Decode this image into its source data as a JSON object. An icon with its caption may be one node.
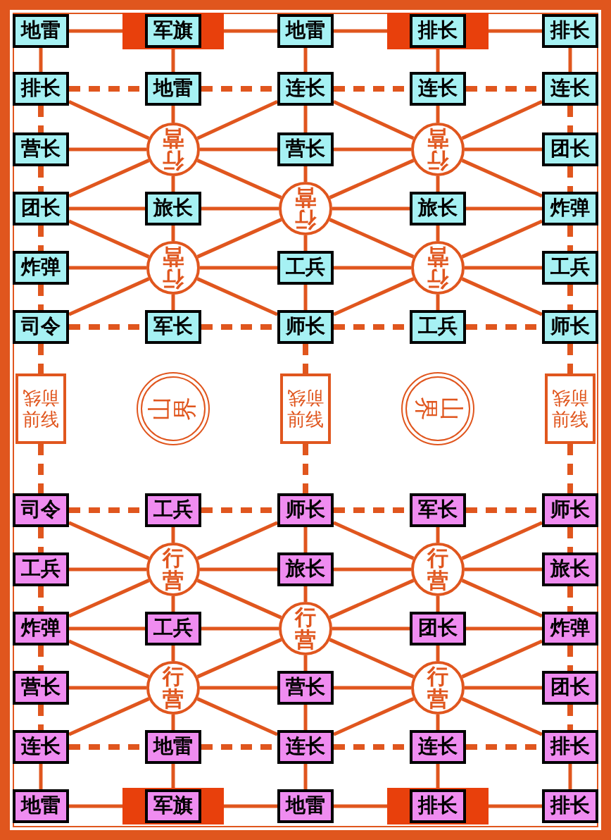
{
  "diagram": {
    "nodes": [
      {
        "text": [
          "地雷"
        ]
      },
      {
        "text": [],
        "shape": "box"
      },
      {
        "text": [
          "军旗"
        ],
        "in": 1
      },
      {
        "text": [
          "地雷"
        ]
      },
      {
        "text": [],
        "shape": "box"
      },
      {
        "text": [
          "排长"
        ],
        "in": 4
      },
      {
        "text": [
          "排长"
        ]
      },
      {
        "text": [
          "排长"
        ]
      },
      {
        "text": [
          "地雷"
        ]
      },
      {
        "text": [
          "连长"
        ]
      },
      {
        "text": [
          "连长"
        ]
      },
      {
        "text": [
          "连长"
        ]
      },
      {
        "text": [
          "营长"
        ]
      },
      {
        "text": [
          "行营"
        ]
      },
      {
        "text": [
          "营长"
        ]
      },
      {
        "text": [
          "行营"
        ]
      },
      {
        "text": [
          "团长"
        ]
      },
      {
        "text": [
          "团长"
        ]
      },
      {
        "text": [
          "旅长"
        ]
      },
      {
        "text": [
          "行营"
        ]
      },
      {
        "text": [
          "旅长"
        ]
      },
      {
        "text": [
          "炸弹"
        ]
      },
      {
        "text": [
          "炸弹"
        ]
      },
      {
        "text": [
          "行营"
        ]
      },
      {
        "text": [
          "工兵"
        ]
      },
      {
        "text": [
          "行营"
        ]
      },
      {
        "text": [
          "工兵"
        ]
      },
      {
        "text": [
          "司令"
        ]
      },
      {
        "text": [
          "军长"
        ]
      },
      {
        "text": [
          "师长"
        ]
      },
      {
        "text": [
          "工兵"
        ]
      },
      {
        "text": [
          "师长"
        ]
      },
      {
        "text": [
          "前线",
          "前线"
        ]
      },
      {
        "text": [
          "前线",
          "前线"
        ]
      },
      {
        "text": [
          "前线",
          "前线"
        ]
      },
      {
        "text": [
          "司令"
        ]
      },
      {
        "text": [
          "工兵"
        ]
      },
      {
        "text": [
          "师长"
        ]
      },
      {
        "text": [
          "军长"
        ]
      },
      {
        "text": [
          "师长"
        ]
      },
      {
        "text": [
          "工兵"
        ]
      },
      {
        "text": [
          "行营"
        ]
      },
      {
        "text": [
          "旅长"
        ]
      },
      {
        "text": [
          "行营"
        ]
      },
      {
        "text": [
          "旅长"
        ]
      },
      {
        "text": [
          "炸弹"
        ]
      },
      {
        "text": [
          "工兵"
        ]
      },
      {
        "text": [
          "行营"
        ]
      },
      {
        "text": [
          "团长"
        ]
      },
      {
        "text": [
          "炸弹"
        ]
      },
      {
        "text": [
          "营长"
        ]
      },
      {
        "text": [
          "行营"
        ]
      },
      {
        "text": [
          "营长"
        ]
      },
      {
        "text": [
          "行营"
        ]
      },
      {
        "text": [
          "团长"
        ]
      },
      {
        "text": [
          "连长"
        ]
      },
      {
        "text": [
          "地雷"
        ]
      },
      {
        "text": [
          "连长"
        ]
      },
      {
        "text": [
          "连长"
        ]
      },
      {
        "text": [
          "排长"
        ]
      },
      {
        "text": [
          "地雷"
        ]
      },
      {
        "text": [],
        "shape": "box"
      },
      {
        "text": [
          "军旗"
        ],
        "in": 61
      },
      {
        "text": [
          "地雷"
        ]
      },
      {
        "text": [],
        "shape": "box"
      },
      {
        "text": [
          "排长"
        ],
        "in": 64
      },
      {
        "text": [
          "排长"
        ]
      }
    ],
    "edges": [
      {
        "from": 0,
        "to": 1,
        "arrow": "none"
      },
      {
        "from": 1,
        "to": 3,
        "arrow": "none"
      },
      {
        "from": 3,
        "to": 4,
        "arrow": "none"
      },
      {
        "from": 4,
        "to": 6,
        "arrow": "none"
      },
      {
        "from": 7,
        "to": 8,
        "arrow": "none",
        "style": "dashed"
      },
      {
        "from": 8,
        "to": 9,
        "arrow": "none",
        "style": "dashed"
      },
      {
        "from": 9,
        "to": 10,
        "arrow": "none",
        "style": "dashed"
      },
      {
        "from": 10,
        "to": 11,
        "arrow": "none",
        "style": "dashed"
      },
      {
        "from": 12,
        "to": 13,
        "arrow": "none"
      },
      {
        "from": 13,
        "to": 14,
        "arrow": "none"
      },
      {
        "from": 14,
        "to": 15,
        "arrow": "none"
      },
      {
        "from": 15,
        "to": 16,
        "arrow": "none"
      },
      {
        "from": 17,
        "to": 18,
        "arrow": "none"
      },
      {
        "from": 18,
        "to": 19,
        "arrow": "none"
      },
      {
        "from": 19,
        "to": 20,
        "arrow": "none"
      },
      {
        "from": 20,
        "to": 21,
        "arrow": "none"
      },
      {
        "from": 22,
        "to": 23,
        "arrow": "none"
      },
      {
        "from": 23,
        "to": 24,
        "arrow": "none"
      },
      {
        "from": 24,
        "to": 25,
        "arrow": "none"
      },
      {
        "from": 25,
        "to": 26,
        "arrow": "none"
      },
      {
        "from": 27,
        "to": 28,
        "arrow": "none",
        "style": "dashed"
      },
      {
        "from": 28,
        "to": 29,
        "arrow": "none",
        "style": "dashed"
      },
      {
        "from": 29,
        "to": 30,
        "arrow": "none",
        "style": "dashed"
      },
      {
        "from": 30,
        "to": 31,
        "arrow": "none",
        "style": "dashed"
      },
      {
        "from": 0,
        "to": 7,
        "arrow": "none"
      },
      {
        "from": 7,
        "to": 12,
        "arrow": "none",
        "style": "dashed"
      },
      {
        "from": 12,
        "to": 17,
        "arrow": "none",
        "style": "dashed"
      },
      {
        "from": 17,
        "to": 22,
        "arrow": "none",
        "style": "dashed"
      },
      {
        "from": 22,
        "to": 27,
        "arrow": "none",
        "style": "dashed"
      },
      {
        "from": 2,
        "to": 8,
        "arrow": "none"
      },
      {
        "from": 8,
        "to": 13,
        "arrow": "none"
      },
      {
        "from": 13,
        "to": 18,
        "arrow": "none"
      },
      {
        "from": 18,
        "to": 23,
        "arrow": "none"
      },
      {
        "from": 23,
        "to": 28,
        "arrow": "none"
      },
      {
        "from": 3,
        "to": 9,
        "arrow": "none"
      },
      {
        "from": 9,
        "to": 14,
        "arrow": "none"
      },
      {
        "from": 14,
        "to": 19,
        "arrow": "none"
      },
      {
        "from": 19,
        "to": 24,
        "arrow": "none"
      },
      {
        "from": 24,
        "to": 29,
        "arrow": "none"
      },
      {
        "from": 5,
        "to": 10,
        "arrow": "none"
      },
      {
        "from": 10,
        "to": 15,
        "arrow": "none"
      },
      {
        "from": 15,
        "to": 20,
        "arrow": "none"
      },
      {
        "from": 20,
        "to": 25,
        "arrow": "none"
      },
      {
        "from": 25,
        "to": 30,
        "arrow": "none"
      },
      {
        "from": 6,
        "to": 11,
        "arrow": "none"
      },
      {
        "from": 11,
        "to": 16,
        "arrow": "none",
        "style": "dashed"
      },
      {
        "from": 16,
        "to": 21,
        "arrow": "none",
        "style": "dashed"
      },
      {
        "from": 21,
        "to": 26,
        "arrow": "none",
        "style": "dashed"
      },
      {
        "from": 26,
        "to": 31,
        "arrow": "none",
        "style": "dashed"
      },
      {
        "from": 7,
        "to": 13,
        "arrow": "none"
      },
      {
        "from": 9,
        "to": 13,
        "arrow": "none"
      },
      {
        "from": 13,
        "to": 17,
        "arrow": "none"
      },
      {
        "from": 13,
        "to": 19,
        "arrow": "none"
      },
      {
        "from": 9,
        "to": 15,
        "arrow": "none"
      },
      {
        "from": 11,
        "to": 15,
        "arrow": "none"
      },
      {
        "from": 15,
        "to": 19,
        "arrow": "none"
      },
      {
        "from": 15,
        "to": 21,
        "arrow": "none"
      },
      {
        "from": 17,
        "to": 23,
        "arrow": "none"
      },
      {
        "from": 19,
        "to": 23,
        "arrow": "none"
      },
      {
        "from": 23,
        "to": 27,
        "arrow": "none"
      },
      {
        "from": 23,
        "to": 29,
        "arrow": "none"
      },
      {
        "from": 19,
        "to": 25,
        "arrow": "none"
      },
      {
        "from": 21,
        "to": 25,
        "arrow": "none"
      },
      {
        "from": 25,
        "to": 29,
        "arrow": "none"
      },
      {
        "from": 25,
        "to": 31,
        "arrow": "none"
      },
      {
        "from": 27,
        "to": 32,
        "arrow": "none",
        "style": "dashed"
      },
      {
        "from": 32,
        "to": 35,
        "arrow": "none",
        "style": "dashed"
      },
      {
        "from": 29,
        "to": 33,
        "arrow": "none",
        "style": "dashed"
      },
      {
        "from": 33,
        "to": 37,
        "arrow": "none",
        "style": "dashed"
      },
      {
        "from": 31,
        "to": 34,
        "arrow": "none",
        "style": "dashed"
      },
      {
        "from": 34,
        "to": 39,
        "arrow": "none",
        "style": "dashed"
      },
      {
        "from": 35,
        "to": 36,
        "arrow": "none",
        "style": "dashed"
      },
      {
        "from": 36,
        "to": 37,
        "arrow": "none",
        "style": "dashed"
      },
      {
        "from": 37,
        "to": 38,
        "arrow": "none",
        "style": "dashed"
      },
      {
        "from": 38,
        "to": 39,
        "arrow": "none",
        "style": "dashed"
      },
      {
        "from": 40,
        "to": 41,
        "arrow": "none"
      },
      {
        "from": 41,
        "to": 42,
        "arrow": "none"
      },
      {
        "from": 42,
        "to": 43,
        "arrow": "none"
      },
      {
        "from": 43,
        "to": 44,
        "arrow": "none"
      },
      {
        "from": 45,
        "to": 46,
        "arrow": "none"
      },
      {
        "from": 46,
        "to": 47,
        "arrow": "none"
      },
      {
        "from": 47,
        "to": 48,
        "arrow": "none"
      },
      {
        "from": 48,
        "to": 49,
        "arrow": "none"
      },
      {
        "from": 50,
        "to": 51,
        "arrow": "none"
      },
      {
        "from": 51,
        "to": 52,
        "arrow": "none"
      },
      {
        "from": 52,
        "to": 53,
        "arrow": "none"
      },
      {
        "from": 53,
        "to": 54,
        "arrow": "none"
      },
      {
        "from": 55,
        "to": 56,
        "arrow": "none",
        "style": "dashed"
      },
      {
        "from": 56,
        "to": 57,
        "arrow": "none",
        "style": "dashed"
      },
      {
        "from": 57,
        "to": 58,
        "arrow": "none",
        "style": "dashed"
      },
      {
        "from": 58,
        "to": 59,
        "arrow": "none",
        "style": "dashed"
      },
      {
        "from": 60,
        "to": 61,
        "arrow": "none"
      },
      {
        "from": 61,
        "to": 63,
        "arrow": "none"
      },
      {
        "from": 63,
        "to": 64,
        "arrow": "none"
      },
      {
        "from": 64,
        "to": 66,
        "arrow": "none"
      },
      {
        "from": 35,
        "to": 40,
        "arrow": "none",
        "style": "dashed"
      },
      {
        "from": 40,
        "to": 45,
        "arrow": "none",
        "style": "dashed"
      },
      {
        "from": 45,
        "to": 50,
        "arrow": "none",
        "style": "dashed"
      },
      {
        "from": 50,
        "to": 55,
        "arrow": "none",
        "style": "dashed"
      },
      {
        "from": 55,
        "to": 60,
        "arrow": "none"
      },
      {
        "from": 36,
        "to": 41,
        "arrow": "none"
      },
      {
        "from": 41,
        "to": 46,
        "arrow": "none"
      },
      {
        "from": 46,
        "to": 51,
        "arrow": "none"
      },
      {
        "from": 51,
        "to": 56,
        "arrow": "none"
      },
      {
        "from": 56,
        "to": 62,
        "arrow": "none"
      },
      {
        "from": 37,
        "to": 42,
        "arrow": "none"
      },
      {
        "from": 42,
        "to": 47,
        "arrow": "none"
      },
      {
        "from": 47,
        "to": 52,
        "arrow": "none"
      },
      {
        "from": 52,
        "to": 57,
        "arrow": "none"
      },
      {
        "from": 57,
        "to": 63,
        "arrow": "none"
      },
      {
        "from": 38,
        "to": 43,
        "arrow": "none"
      },
      {
        "from": 43,
        "to": 48,
        "arrow": "none"
      },
      {
        "from": 48,
        "to": 53,
        "arrow": "none"
      },
      {
        "from": 53,
        "to": 58,
        "arrow": "none"
      },
      {
        "from": 58,
        "to": 65,
        "arrow": "none"
      },
      {
        "from": 39,
        "to": 44,
        "arrow": "none",
        "style": "dashed"
      },
      {
        "from": 44,
        "to": 49,
        "arrow": "none",
        "style": "dashed"
      },
      {
        "from": 49,
        "to": 54,
        "arrow": "none",
        "style": "dashed"
      },
      {
        "from": 54,
        "to": 59,
        "arrow": "none",
        "style": "dashed"
      },
      {
        "from": 59,
        "to": 66,
        "arrow": "none"
      },
      {
        "from": 35,
        "to": 41,
        "arrow": "none"
      },
      {
        "from": 37,
        "to": 41,
        "arrow": "none"
      },
      {
        "from": 41,
        "to": 45,
        "arrow": "none"
      },
      {
        "from": 41,
        "to": 47,
        "arrow": "none"
      },
      {
        "from": 37,
        "to": 43,
        "arrow": "none"
      },
      {
        "from": 39,
        "to": 43,
        "arrow": "none"
      },
      {
        "from": 43,
        "to": 47,
        "arrow": "none"
      },
      {
        "from": 43,
        "to": 49,
        "arrow": "none"
      },
      {
        "from": 45,
        "to": 51,
        "arrow": "none"
      },
      {
        "from": 47,
        "to": 51,
        "arrow": "none"
      },
      {
        "from": 51,
        "to": 55,
        "arrow": "none"
      },
      {
        "from": 51,
        "to": 57,
        "arrow": "none"
      },
      {
        "from": 47,
        "to": 53,
        "arrow": "none"
      },
      {
        "from": 49,
        "to": 53,
        "arrow": "none"
      },
      {
        "from": 53,
        "to": 57,
        "arrow": "none"
      },
      {
        "from": 53,
        "to": 59,
        "arrow": "none"
      }
    ],
    "labels": [
      "山界",
      "山界"
    ]
  }
}
